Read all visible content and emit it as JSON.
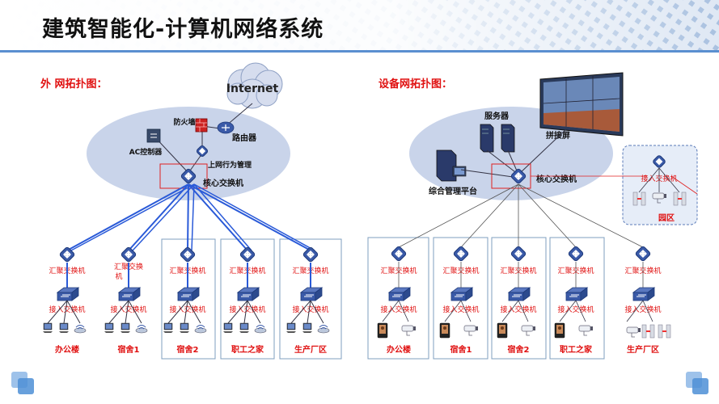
{
  "page": {
    "title": "建筑智能化-计算机网络系统"
  },
  "left": {
    "heading": "外 网拓扑图：",
    "internet": "Internet",
    "firewall": "防火墙",
    "router": "路由器",
    "ac_controller": "AC控制器",
    "behavior_mgmt": "上网行为管理",
    "core_switch": "核心交换机",
    "zones": [
      {
        "agg": "汇聚交换机",
        "access": "接入交换机",
        "name": "办公楼"
      },
      {
        "agg": "汇聚交换机",
        "access": "接入交换机",
        "name": "宿舍1"
      },
      {
        "agg": "汇聚交换机",
        "access": "接入交换机",
        "name": "宿舍2"
      },
      {
        "agg": "汇聚交换机",
        "access": "接入交换机",
        "name": "职工之家"
      },
      {
        "agg": "汇聚交换机",
        "access": "接入交换机",
        "name": "生产厂区"
      }
    ]
  },
  "right": {
    "heading": "设备网拓扑图：",
    "server": "服务器",
    "video_wall": "拼接屏",
    "mgmt_platform": "综合管理平台",
    "core_switch": "核心交换机",
    "park_access": "接入交换机",
    "park": "园区",
    "zones": [
      {
        "agg": "汇聚交换机",
        "access": "接入交换机",
        "name": "办公楼"
      },
      {
        "agg": "汇聚交换机",
        "access": "接入交换机",
        "name": "宿舍1"
      },
      {
        "agg": "汇聚交换机",
        "access": "接入交换机",
        "name": "宿舍2"
      },
      {
        "agg": "汇聚交换机",
        "access": "接入交换机",
        "name": "职工之家"
      },
      {
        "agg": "汇聚交换机",
        "access": "接入交换机",
        "name": "生产厂区"
      }
    ]
  },
  "colors": {
    "ellipse": "#c9d4ea",
    "switch": "#3a5aa8",
    "left_link": "#2a5ad8",
    "right_link": "#555555",
    "red_label": "#e01010",
    "box_border": "#7f9fbf"
  }
}
